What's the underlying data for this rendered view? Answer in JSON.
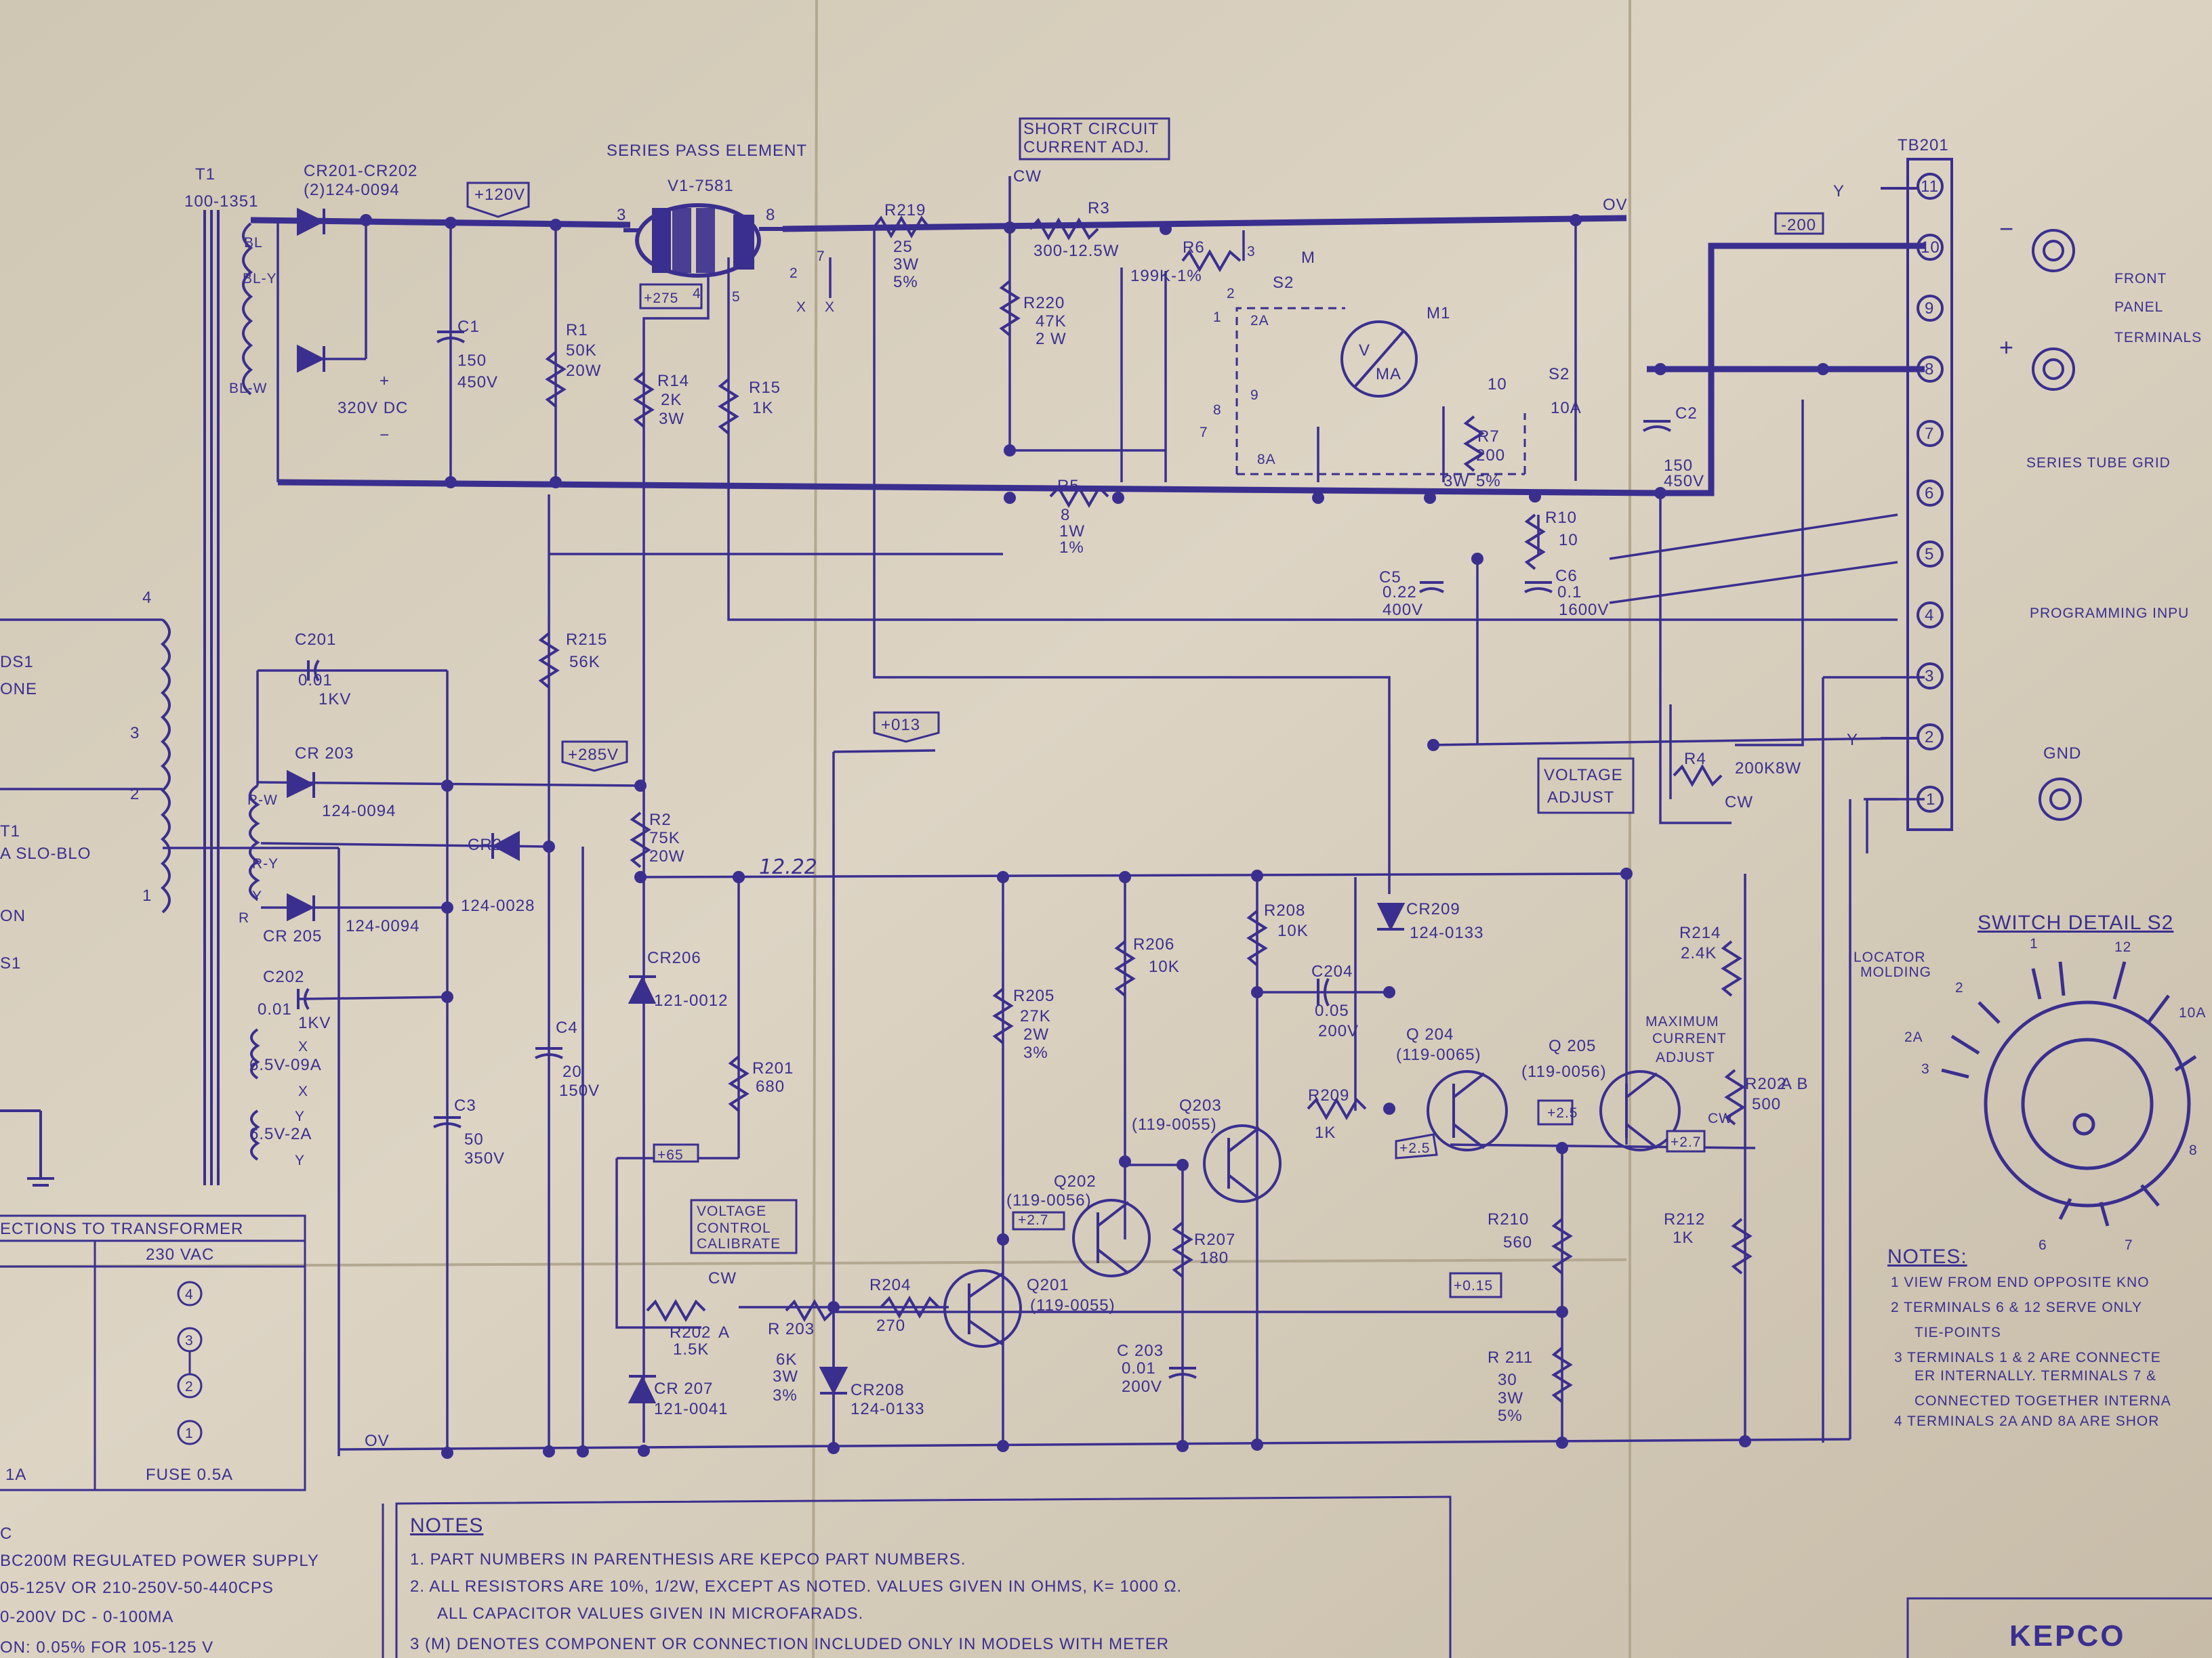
{
  "labels": {
    "t1": "T1",
    "t1_part": "100-1351",
    "t1_bl": "BL",
    "t1_bly": "BL-Y",
    "t1_blw": "BL-W",
    "cr201": "CR201-CR202",
    "cr201_part": "(2)124-0094",
    "v120": "+120V",
    "series_pass": "SERIES PASS ELEMENT",
    "tube": "V1-7581",
    "pin3": "3",
    "pin8": "8",
    "pin2": "2",
    "pin7": "7",
    "pin4": "4",
    "pin5": "5",
    "x": "X",
    "v275": "+275",
    "c1": "C1",
    "c1_v1": "150",
    "c1_v2": "450V",
    "r1": "R1",
    "r1_v1": "50K",
    "r1_v2": "20W",
    "dc320": "320V DC",
    "r14": "R14",
    "r14_v1": "2K",
    "r14_v2": "3W",
    "r15": "R15",
    "r15_v1": "1K",
    "r219": "R219",
    "r219_v1": "25",
    "r219_v2": "3W",
    "r219_v3": "5%",
    "sc_adj1": "SHORT CIRCUIT",
    "sc_adj2": "CURRENT ADJ.",
    "cw": "CW",
    "r3": "R3",
    "r3_v": "300-12.5W",
    "r6": "R6",
    "r6_v": "199K-1%",
    "s2": "S2",
    "m": "M",
    "m1": "M1",
    "vma1": "V",
    "vma2": "MA",
    "r220": "R220",
    "r220_v1": "47K",
    "r220_v2": "2 W",
    "ov": "OV",
    "m200": "-200",
    "tb201": "TB201",
    "y": "Y",
    "front1": "FRONT",
    "front2": "PANEL",
    "front3": "TERMINALS",
    "c2": "C2",
    "c2_v1": "150",
    "c2_v2": "450V",
    "r7": "R7",
    "r7_v1": "200",
    "r7_v2": "3W",
    "r7_v3": "5%",
    "s2_10a": "10A",
    "s2_10": "10",
    "n3": "3",
    "n2": "2",
    "n1": "1",
    "n8": "8",
    "n7": "7",
    "n9": "9",
    "n2a": "2A",
    "n8a": "8A",
    "series_grid": "SERIES TUBE GRID",
    "r5": "R5",
    "r5_v1": "8",
    "r5_v2": "1W",
    "r5_v3": "1%",
    "r10": "R10",
    "r10_v1": "10",
    "c5": "C5",
    "c5_v1": "0.22",
    "c5_v2": "400V",
    "c6": "C6",
    "c6_v1": "0.1",
    "c6_v2": "1600V",
    "prog": "PROGRAMMING INPU",
    "ds1": "DS1",
    "one": "ONE",
    "c201": "C201",
    "c201_v1": "0.01",
    "c201_v2": "1KV",
    "r215": "R215",
    "r215_v1": "56K",
    "cr203": "CR 203",
    "cr203_part": "124-0094",
    "v285": "+285V",
    "rw": "R-W",
    "ry": "R-Y",
    "yl": "Y",
    "rl": "R",
    "cr204": "CR204",
    "cr204_part": "124-0028",
    "cr205": "CR 205",
    "cr205_part": "124-0094",
    "fuse_txt": "A SLO-BLO",
    "v013": "+013",
    "vadj1": "VOLTAGE",
    "vadj2": "ADJUST",
    "r4": "R4",
    "r4_v": "200K8W",
    "gnd": "GND",
    "r2": "R2",
    "r2_v1": "75K",
    "r2_v2": "20W",
    "hand_1222": "12.22",
    "r208": "R208",
    "r208_v": "10K",
    "cr209": "CR209",
    "cr209_part": "124-0133",
    "r214": "R214",
    "r214_v": "2.4K",
    "switch_detail": "SWITCH DETAIL S2",
    "locator1": "LOCATOR",
    "locator2": "MOLDING",
    "sw1": "1",
    "sw12": "12",
    "sw2": "2",
    "sw2a": "2A",
    "sw3": "3",
    "sw10a": "10A",
    "sw6": "6",
    "sw7": "7",
    "sw8": "8",
    "c202": "C202",
    "c202_v1": "0.01",
    "c202_v2": "1KV",
    "r206": "R206",
    "r206_v": "10K",
    "c204": "C204",
    "c204_v1": "0.05",
    "c204_v2": "200V",
    "cr206": "CR206",
    "cr206_part": "121-0012",
    "r205": "R205",
    "r205_v1": "27K",
    "r205_v2": "2W",
    "r205_v3": "3%",
    "q204": "Q 204",
    "q204_part": "(119-0065)",
    "q205": "Q 205",
    "q205_part": "(119-0056)",
    "maxcur1": "MAXIMUM",
    "maxcur2": "CURRENT",
    "maxcur3": "ADJUST",
    "c4": "C4",
    "c4_v1": "20",
    "c4_v2": "150V",
    "v65a": "6.5V-09A",
    "v65b": "6.5V-2A",
    "r201": "R201",
    "r201_v": "680",
    "q203": "Q203",
    "q203_part": "(119-0055)",
    "r209": "R209",
    "r209_v": "1K",
    "v25a": "+2.5",
    "v25b": "+2.5",
    "v27a": "+2.7",
    "v27b": "+2.7",
    "r202": "R202",
    "r202_note": "A B",
    "r202_v": "500",
    "c3": "C3",
    "c3_v1": "50",
    "c3_v2": "350V",
    "v65": "+65",
    "q202": "Q202",
    "q202_part": "(119-0056)",
    "vcc1": "VOLTAGE",
    "vcc2": "CONTROL",
    "vcc3": "CALIBRATE",
    "r207": "R207",
    "r207_v": "180",
    "r210": "R210",
    "r210_v": "560",
    "r212": "R212",
    "r212_v": "1K",
    "v015": "+0.15",
    "r204": "R204",
    "r204_v": "270",
    "q201": "Q201",
    "q201_part": "(119-0055)",
    "r2025": "R202",
    "r2025_mark": "A",
    "r2025_v": "1.5K",
    "r203": "R 203",
    "r203_v1": "6K",
    "r203_v2": "3W",
    "r203_v3": "3%",
    "cr207": "CR 207",
    "cr207_part": "121-0041",
    "cr208": "CR208",
    "cr208_part": "124-0133",
    "c203": "C 203",
    "c203_v1": "0.01",
    "c203_v2": "200V",
    "r211": "R 211",
    "r211_v1": "30",
    "r211_v2": "3W",
    "r211_v3": "5%",
    "ov2": "OV",
    "conn_title": "ECTIONS TO TRANSFORMER",
    "v230": "230 VAC",
    "c_4": "4",
    "c_3": "3",
    "c_2": "2",
    "c_1": "1",
    "fuse1": "1A",
    "fuse2": "FUSE 0.5A",
    "tb1": "11",
    "tb2": "10",
    "tb3": "9",
    "tb4": "8",
    "tb5": "7",
    "tb6": "6",
    "tb7": "5",
    "tb8": "4",
    "tb9": "3",
    "tb10": "2",
    "tb11": "1",
    "tr4": "4",
    "tr3": "3",
    "tr2": "2",
    "tr1": "1",
    "on": "ON",
    "s1": "S1",
    "t1b": "T1",
    "x1": "X",
    "x2": "X",
    "y1": "Y",
    "y2": "Y",
    "minus_sym": "−",
    "plus_sym": "+",
    "minus": "−",
    "plus": "+",
    "kepco": "KEPCO"
  },
  "notes_left": [
    "C",
    "BC200M REGULATED POWER SUPPLY",
    "05-125V OR 210-250V-50-440CPS",
    "0-200V DC - 0-100MA",
    "ON: 0.05% FOR 105-125 V"
  ],
  "notes_right_title": "NOTES:",
  "notes_right": [
    "1 VIEW FROM END OPPOSITE KNO",
    "2 TERMINALS 6 & 12 SERVE ONLY",
    "TIE-POINTS",
    "3 TERMINALS 1 & 2 ARE CONNECTE",
    "ER INTERNALLY. TERMINALS 7 &",
    "CONNECTED TOGETHER INTERNA",
    "4 TERMINALS 2A AND 8A ARE SHOR"
  ],
  "notes_bottom_title": "NOTES",
  "notes_bottom": [
    "1. PART NUMBERS IN PARENTHESIS ARE KEPCO PART NUMBERS.",
    "2. ALL RESISTORS ARE 10%, 1/2W, EXCEPT AS NOTED. VALUES GIVEN IN OHMS, K= 1000 Ω.",
    "ALL CAPACITOR VALUES GIVEN IN MICROFARADS.",
    "3 (M) DENOTES COMPONENT OR CONNECTION INCLUDED ONLY IN MODELS WITH METER"
  ],
  "colors": {
    "paper": "#d9cfbf",
    "ink": "#3a2f8f",
    "fold": "#b9ad98"
  }
}
